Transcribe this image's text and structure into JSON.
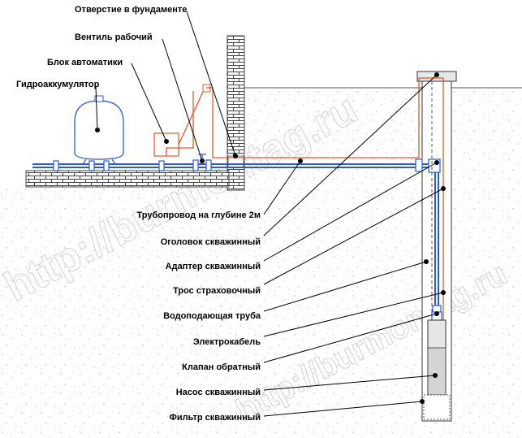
{
  "watermark": "http://burmontag.ru",
  "labels": {
    "foundation_hole": "Отверстие в фундаменте",
    "working_valve": "Вентиль рабочий",
    "automation_unit": "Блок автоматики",
    "hydro_accumulator": "Гидроаккумулятор",
    "pipeline_depth": "Трубопровод на глубине 2м",
    "well_head": "Оголовок скважинный",
    "well_adapter": "Адаптер скважинный",
    "safety_cable": "Трос страховочный",
    "water_pipe": "Водоподающая труба",
    "electric_cable": "Электрокабель",
    "check_valve": "Клапан обратный",
    "well_pump": "Насос скважинный",
    "well_filter": "Фильтр скважинный"
  },
  "colors": {
    "pipe": "#2a5bd7",
    "cable": "#e8552a",
    "leader": "#000000",
    "wall_fill": "#ffffff",
    "wall_line": "#444444",
    "soil_dot": "#b5b5b5"
  }
}
